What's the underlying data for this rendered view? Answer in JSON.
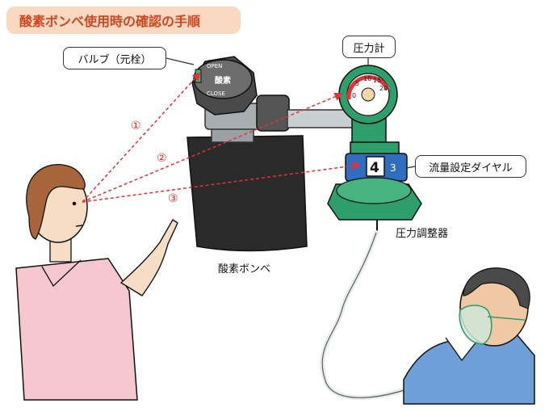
{
  "title": "酸素ボンベ使用時の確認の手順",
  "labels": {
    "valve": "バルブ（元栓）",
    "gauge": "圧力計",
    "dial": "流量設定ダイヤル",
    "regulator": "圧力調整器",
    "cylinder": "酸素ボンベ"
  },
  "valve_text": "酸素",
  "valve_marks": [
    "OPEN",
    "CLOSE"
  ],
  "gauge_ticks": [
    "0",
    "5",
    "10",
    "15",
    "20"
  ],
  "dial_numbers": [
    "4",
    "3"
  ],
  "steps": [
    "①",
    "②",
    "③"
  ],
  "colors": {
    "title_text": "#d2461f",
    "title_bg": "#fad9c2",
    "arrow": "#e2323a",
    "regulator": "#2e9e6a",
    "cylinder": "#2a2a2a",
    "nurse_uniform": "#f6c7cf",
    "patient_shirt": "#6f9fd8"
  }
}
